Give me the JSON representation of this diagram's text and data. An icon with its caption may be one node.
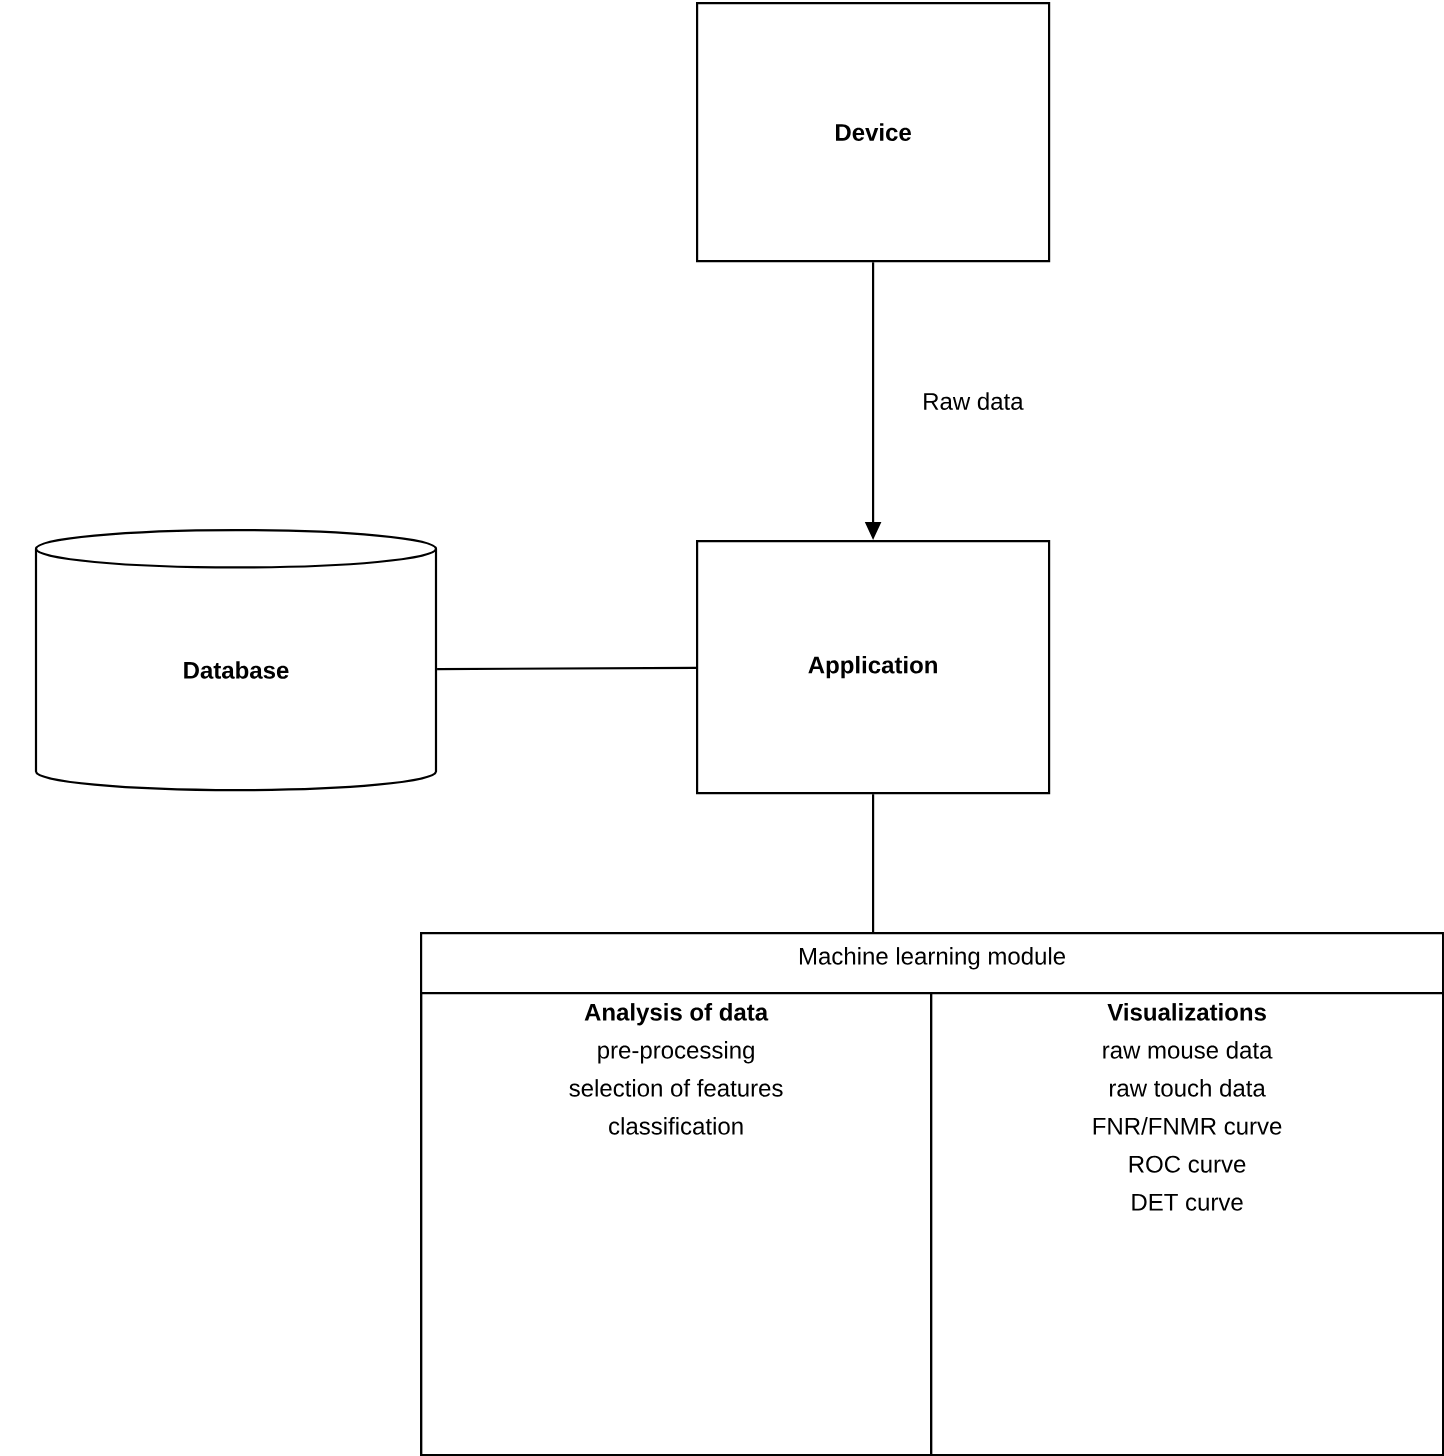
{
  "diagram": {
    "nodes": [
      {
        "text": [
          "Device"
        ]
      },
      {
        "text": [
          "Database"
        ]
      },
      {
        "text": [
          "Application"
        ]
      },
      {
        "text": [
          "Machine learning module"
        ]
      },
      {
        "text": [
          "Analysis of data",
          "pre-processing",
          "selection of features",
          "classification"
        ],
        "in": 3
      },
      {
        "text": [
          "Visualizations",
          "raw mouse data",
          "raw touch data",
          "FNR/FNMR curve",
          "ROC curve",
          "DET curve"
        ],
        "in": 3
      }
    ],
    "edges": [
      {
        "from": 0,
        "to": 2,
        "arrow": "to",
        "label": "Raw data"
      },
      {
        "from": 1,
        "to": 2,
        "arrow": "none"
      },
      {
        "from": 2,
        "to": 3,
        "arrow": "none"
      }
    ]
  }
}
